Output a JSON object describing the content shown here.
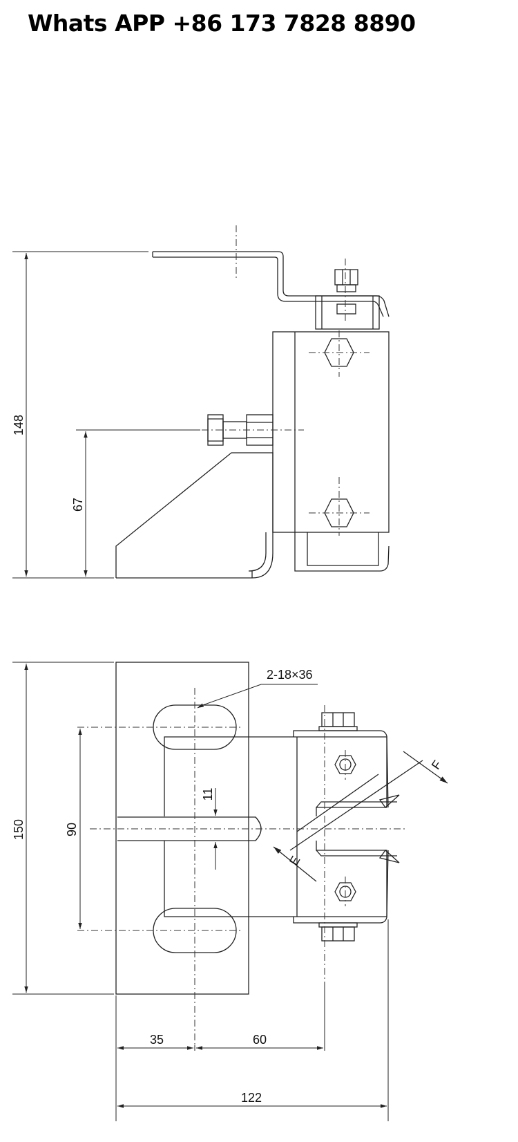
{
  "header": {
    "contact_text": "Whats APP +86 173 7828 8890"
  },
  "side_view": {
    "dim_total_height": "148",
    "dim_bolt_height": "67"
  },
  "top_view": {
    "slot_callout": "2-18×36",
    "dim_total_height": "150",
    "dim_slot_spacing": "90",
    "dim_gap": "11",
    "label_e": "E",
    "label_f": "F",
    "dim_left_offset": "35",
    "dim_mid_offset": "60",
    "dim_total_width": "122"
  },
  "colors": {
    "line": "#222222",
    "centerline": "#333333",
    "background": "#ffffff"
  }
}
